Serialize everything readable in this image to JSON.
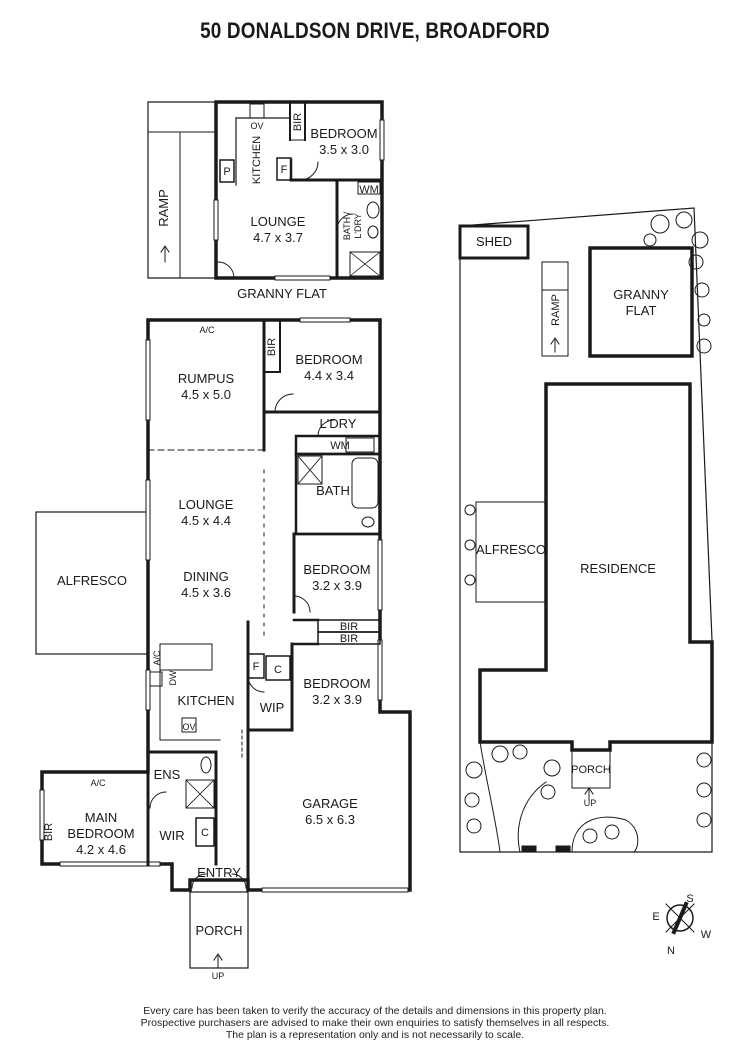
{
  "title": "50 DONALDSON DRIVE, BROADFORD",
  "granny_flat": {
    "caption": "GRANNY FLAT",
    "ramp": "RAMP",
    "kitchen": "KITCHEN",
    "bir": "BIR",
    "oven": "OV",
    "pantry": "P",
    "fridge": "F",
    "bedroom": {
      "name": "BEDROOM",
      "size": "3.5 x 3.0"
    },
    "wm": "WM",
    "lounge": {
      "name": "LOUNGE",
      "size": "4.7 x 3.7"
    },
    "bath_line1": "BATH /",
    "bath_line2": "L'DRY"
  },
  "main_house": {
    "rumpus": {
      "name": "RUMPUS",
      "size": "4.5 x 5.0"
    },
    "ac": "A/C",
    "bedroom_1": {
      "name": "BEDROOM",
      "size": "4.4 x 3.4"
    },
    "bir": "BIR",
    "laundry": "L'DRY",
    "wm": "WM",
    "bath": "BATH",
    "lounge": {
      "name": "LOUNGE",
      "size": "4.5 x 4.4"
    },
    "dining": {
      "name": "DINING",
      "size": "4.5 x 3.6"
    },
    "alfresco": "ALFRESCO",
    "bedroom_2": {
      "name": "BEDROOM",
      "size": "3.2 x 3.9"
    },
    "bedroom_3": {
      "name": "BEDROOM",
      "size": "3.2 x 3.9"
    },
    "fridge": "F",
    "cupboard": "C",
    "dishwasher": "DW",
    "kitchen": "KITCHEN",
    "oven": "OV",
    "wip": "WIP",
    "ens": "ENS",
    "main_bedroom": {
      "line1": "MAIN",
      "line2": "BEDROOM",
      "size": "4.2 x 4.6"
    },
    "wir": "WIR",
    "garage": {
      "name": "GARAGE",
      "size": "6.5 x 6.3"
    },
    "entry": "ENTRY",
    "porch": "PORCH",
    "up": "UP"
  },
  "site_plan": {
    "shed": "SHED",
    "ramp": "RAMP",
    "granny_flat_line1": "GRANNY",
    "granny_flat_line2": "FLAT",
    "alfresco": "ALFRESCO",
    "residence": "RESIDENCE",
    "porch": "PORCH",
    "up": "UP"
  },
  "compass": {
    "n": "N",
    "s": "S",
    "e": "E",
    "w": "W"
  },
  "disclaimer": [
    "Every care has been taken to verify the accuracy of the details and dimensions in this property plan.",
    "Prospective purchasers are advised to make their own enquiries to satisfy themselves in all respects.",
    "The plan is a representation only and is not necessarily to scale."
  ]
}
